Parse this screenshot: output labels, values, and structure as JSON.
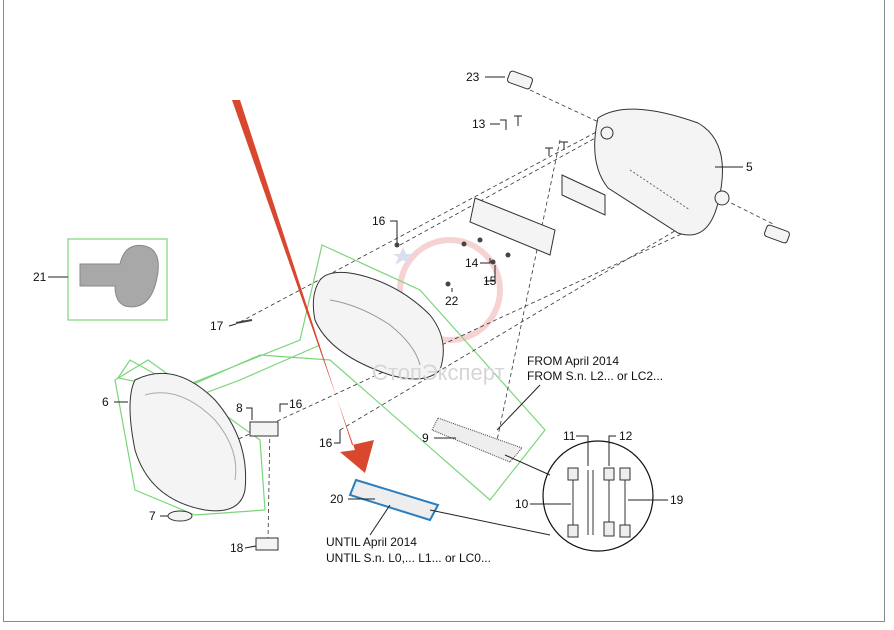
{
  "watermark": "СтопЭксперт",
  "callouts": {
    "p23": "23",
    "p13": "13",
    "p5": "5",
    "p16a": "16",
    "p14": "14",
    "p15": "15",
    "p22": "22",
    "p21": "21",
    "p17": "17",
    "p6": "6",
    "p8": "8",
    "p16b": "16",
    "p16c": "16",
    "p7": "7",
    "p18": "18",
    "p9": "9",
    "p20": "20",
    "p11": "11",
    "p12": "12",
    "p10": "10",
    "p19": "19"
  },
  "notes": {
    "from_line1": "FROM April 2014",
    "from_line2": "FROM S.n. L2... or LC2...",
    "until_line1": "UNTIL April 2014",
    "until_line2": "UNTIL S.n. L0,... L1... or LC0..."
  },
  "colors": {
    "arrow": "#d9472f",
    "highlight": "#7bd67b",
    "selected_board": "#2a7fbf"
  }
}
